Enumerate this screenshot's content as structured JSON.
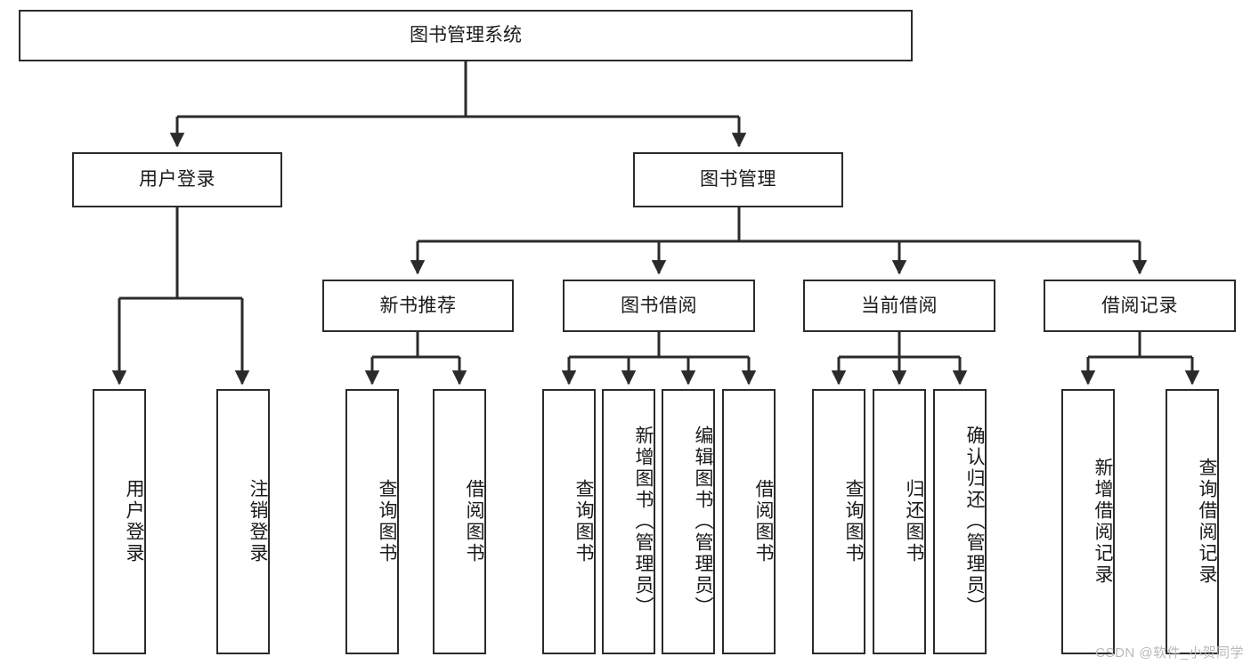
{
  "diagram": {
    "title": "图书管理系统",
    "type": "tree",
    "watermark": "CSDN @软件_小贺同学",
    "colors": {
      "box_border": "#2b2b2b",
      "box_fill": "#ffffff",
      "edge": "#2b2b2b",
      "text": "#1a1a1a",
      "watermark": "#b9b9b9",
      "background": "#ffffff"
    },
    "nodes": {
      "root": {
        "label": "图书管理系统"
      },
      "level2": [
        {
          "id": "user-login",
          "label": "用户登录"
        },
        {
          "id": "book-manage",
          "label": "图书管理"
        }
      ],
      "level3": [
        {
          "id": "new-book-recommend",
          "label": "新书推荐"
        },
        {
          "id": "book-borrow",
          "label": "图书借阅"
        },
        {
          "id": "current-borrow",
          "label": "当前借阅"
        },
        {
          "id": "borrow-record",
          "label": "借阅记录"
        }
      ],
      "leaves": {
        "user-login": [
          {
            "id": "leaf-user-login",
            "label": "用户登录"
          },
          {
            "id": "leaf-user-logout",
            "label": "注销登录"
          }
        ],
        "new-book-recommend": [
          {
            "id": "leaf-query-book-1",
            "label": "查询图书"
          },
          {
            "id": "leaf-borrow-book-1",
            "label": "借阅图书"
          }
        ],
        "book-borrow": [
          {
            "id": "leaf-query-book-2",
            "label": "查询图书"
          },
          {
            "id": "leaf-add-book",
            "label": "新增图书（管理员）"
          },
          {
            "id": "leaf-edit-book",
            "label": "编辑图书（管理员）"
          },
          {
            "id": "leaf-borrow-book-2",
            "label": "借阅图书"
          }
        ],
        "current-borrow": [
          {
            "id": "leaf-query-book-3",
            "label": "查询图书"
          },
          {
            "id": "leaf-return-book",
            "label": "归还图书"
          },
          {
            "id": "leaf-confirm-return",
            "label": "确认归还（管理员）"
          }
        ],
        "borrow-record": [
          {
            "id": "leaf-add-record",
            "label": "新增借阅记录"
          },
          {
            "id": "leaf-query-record",
            "label": "查询借阅记录"
          }
        ]
      }
    }
  }
}
